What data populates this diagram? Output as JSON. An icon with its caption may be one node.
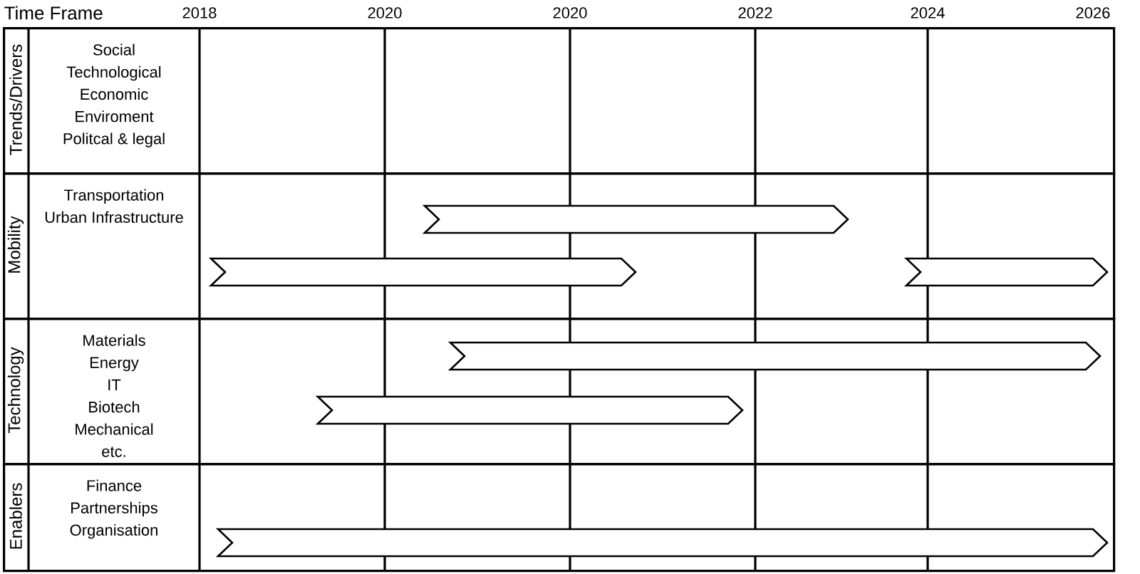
{
  "diagram": {
    "nodes": [
      {
        "text": [
          "Trends/Drivers",
          "Social",
          "Technological",
          "Economic",
          "Enviroment",
          "Politcal & legal"
        ]
      },
      {
        "text": [
          "Mobility",
          "Transportation",
          "Urban Infrastructure"
        ]
      },
      {
        "text": [],
        "shape": "arrow",
        "in": 1
      },
      {
        "text": [],
        "shape": "arrow",
        "in": 1
      },
      {
        "text": [],
        "shape": "arrow",
        "in": 1
      },
      {
        "text": [
          "Technology",
          "Materials",
          "Energy",
          "IT",
          "Biotech",
          "Mechanical",
          "etc."
        ]
      },
      {
        "text": [],
        "shape": "arrow",
        "in": 5
      },
      {
        "text": [],
        "shape": "arrow",
        "in": 5
      },
      {
        "text": [
          "Enablers",
          "Finance",
          "Partnerships",
          "Organisation"
        ]
      },
      {
        "text": [],
        "shape": "arrow",
        "in": 8
      }
    ],
    "edges": [],
    "labels": [
      "Time Frame",
      "2018",
      "2020",
      "2020",
      "2022",
      "2024",
      "2026"
    ]
  }
}
